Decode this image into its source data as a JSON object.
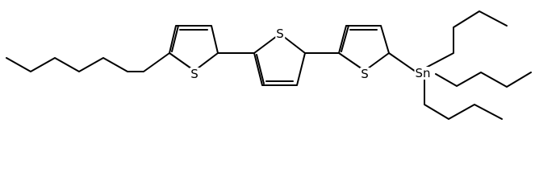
{
  "molecule": {
    "atoms": {
      "s1": "S",
      "s2": "S",
      "s3": "S",
      "sn": "Sn"
    }
  },
  "colors": {
    "bond": "#000000",
    "background": "#ffffff"
  }
}
